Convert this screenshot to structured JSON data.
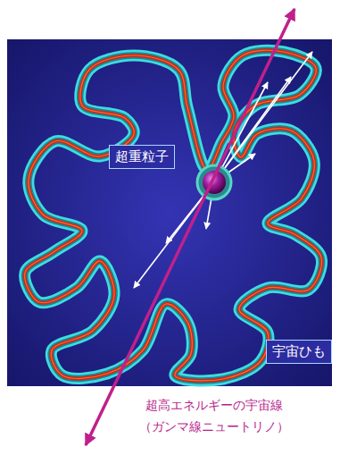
{
  "diagram": {
    "nodes": [
      {
        "text": [
          "超重粒子"
        ]
      },
      {
        "text": [
          "宇宙ひも"
        ]
      }
    ],
    "labels": [
      "超高エネルギーの宇宙線 （ガンマ線ニュートリノ）"
    ]
  }
}
